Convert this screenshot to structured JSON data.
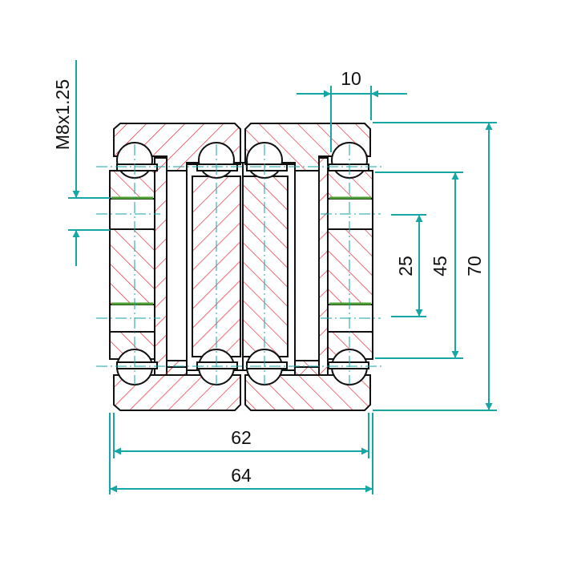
{
  "drawing": {
    "colors": {
      "section_hatch": "#e0202a",
      "outline": "#111111",
      "dimension": "#16a6a6",
      "oil_groove": "#4aa030",
      "background": "#ffffff"
    },
    "dimensions": {
      "width_inner": "62",
      "width_outer": "64",
      "height_total": "70",
      "height_mid": "45",
      "height_small": "25",
      "roller_width": "10",
      "thread": "M8x1.25"
    }
  }
}
